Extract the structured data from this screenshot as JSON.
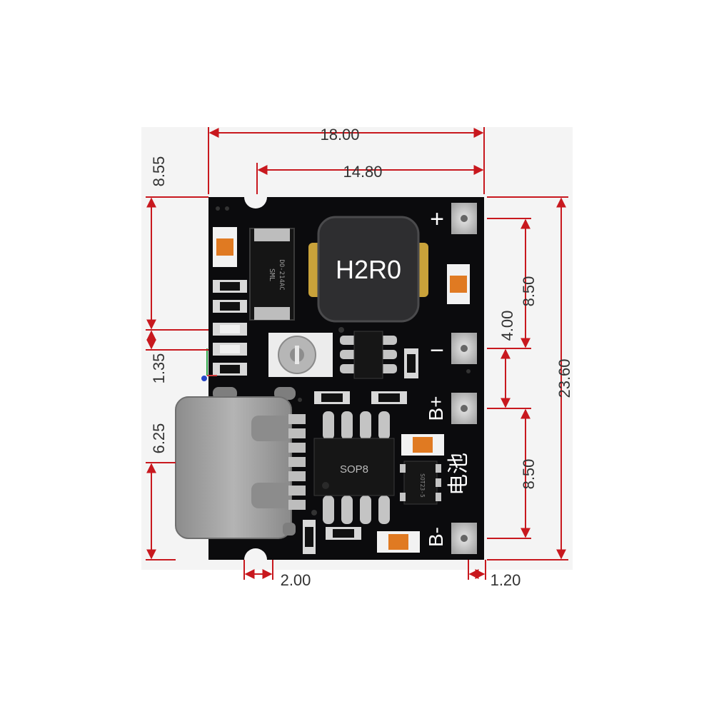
{
  "colors": {
    "board": "#0b0b0d",
    "dimension": "#c8181e",
    "silkscreen": "#ffffff",
    "pad": "#b8b8b8",
    "usb_shell": "#9a9a9a",
    "accent_orange": "#e07a22",
    "inductor_gold": "#c9a23a",
    "background_panel": "#f4f4f4"
  },
  "dimensions": {
    "top_width": "18.00",
    "inner_width": "14.80",
    "left_top": "8.55",
    "left_mid": "1.35",
    "left_bottom": "6.25",
    "bottom_notch": "2.00",
    "bottom_right": "1.20",
    "right_upper": "8.50",
    "right_gap": "4.00",
    "right_lower": "8.50",
    "right_total": "23.60"
  },
  "board": {
    "inductor_label": "H2R0",
    "ic_label": "SOP8",
    "plus_label": "+",
    "minus_label": "−",
    "bplus_label": "B+",
    "bminus_label": "B-",
    "battery_label": "电池",
    "diode_label_1": "SML",
    "diode_label_2": "DO-214AC",
    "sot_label": "SOT23-5"
  }
}
